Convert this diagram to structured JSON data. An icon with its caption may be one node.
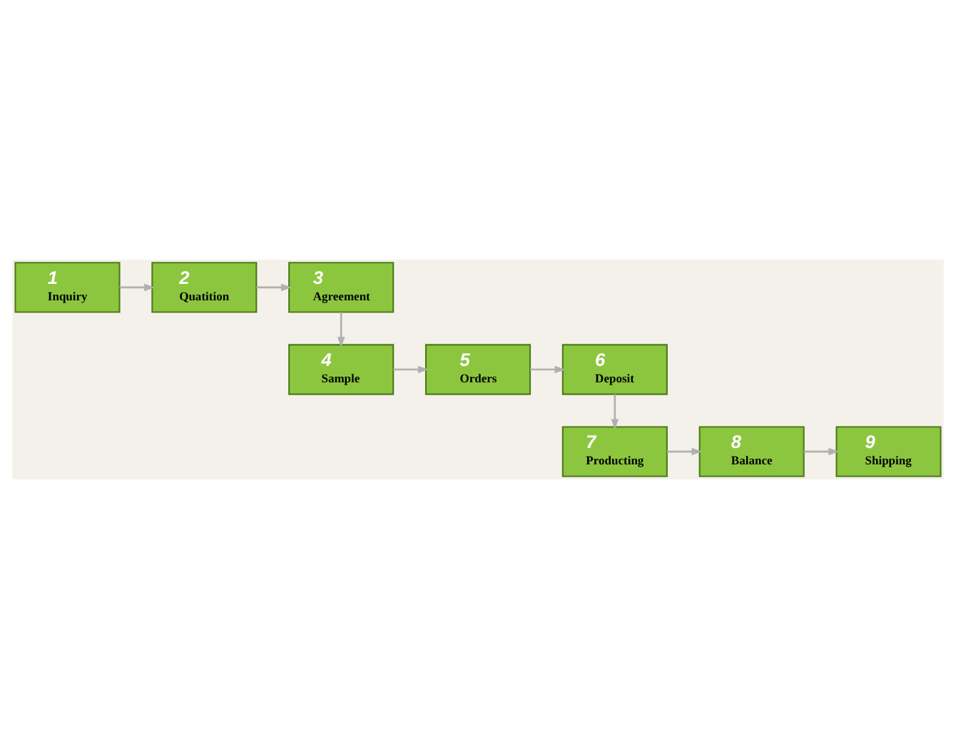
{
  "diagram": {
    "nodes": [
      {
        "text": [
          "1",
          "Inquiry"
        ]
      },
      {
        "text": [
          "2",
          "Quatition"
        ]
      },
      {
        "text": [
          "3",
          "Agreement"
        ]
      },
      {
        "text": [
          "4",
          "Sample"
        ]
      },
      {
        "text": [
          "5",
          "Orders"
        ]
      },
      {
        "text": [
          "6",
          "Deposit"
        ]
      },
      {
        "text": [
          "7",
          "Producting"
        ]
      },
      {
        "text": [
          "8",
          "Balance"
        ]
      },
      {
        "text": [
          "9",
          "Shipping"
        ]
      }
    ],
    "edges": [
      {
        "from": 0,
        "to": 1,
        "arrow": "to"
      },
      {
        "from": 1,
        "to": 2,
        "arrow": "to"
      },
      {
        "from": 2,
        "to": 3,
        "arrow": "to"
      },
      {
        "from": 3,
        "to": 4,
        "arrow": "to"
      },
      {
        "from": 4,
        "to": 5,
        "arrow": "to"
      },
      {
        "from": 5,
        "to": 6,
        "arrow": "to"
      },
      {
        "from": 6,
        "to": 7,
        "arrow": "to"
      },
      {
        "from": 7,
        "to": 8,
        "arrow": "to"
      }
    ]
  }
}
